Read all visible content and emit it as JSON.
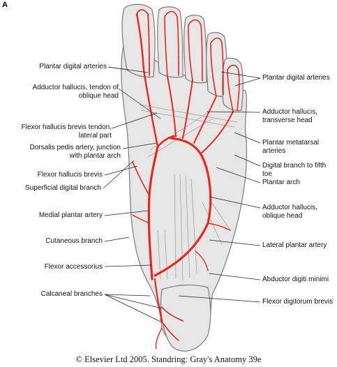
{
  "panel_letter": "A",
  "caption": "© Elsevier Ltd 2005. Standring: Gray's Anatomy 39e",
  "left_labels": {
    "plantar_digital_arteries": "Plantar digital arteries",
    "adductor_hallucis_tendon": "Adductor hallucis, tendon of\noblique head",
    "fhb_tendon_lateral": "Flexor hallucis brevis tendon,\nlateral part",
    "dorsalis_pedis": "Dorsalis pedis artery, junction\nwith plantar arch",
    "flexor_hallucis_brevis": "Flexor hallucis brevis",
    "superficial_digital_branch": "Superficial digital branch",
    "medial_plantar_artery": "Medial plantar artery",
    "cutaneous_branch": "Cutaneous branch",
    "flexor_accessorius": "Flexor accessorius",
    "calcaneal_branches": "Calcaneal branches"
  },
  "right_labels": {
    "plantar_digital_arteries": "Plantar digital arteries",
    "adductor_hallucis_transverse": "Adductor hallucis,\ntransverse head",
    "plantar_metatarsal_arteries": "Plantar metatarsal arteries",
    "digital_branch_fifth_toe": "Digital branch to fifth toe",
    "plantar_arch": "Plantar arch",
    "adductor_hallucis_oblique": "Adductor hallucis,\noblique head",
    "lateral_plantar_artery": "Lateral plantar artery",
    "abductor_digiti_minimi": "Abductor digiti minimi",
    "flexor_digitorum_brevis": "Flexor digitorum brevis"
  },
  "colors": {
    "artery": "#e8281c",
    "outline": "#7a7a7a",
    "tissue": "#e6e6e6",
    "leader": "#222222"
  }
}
